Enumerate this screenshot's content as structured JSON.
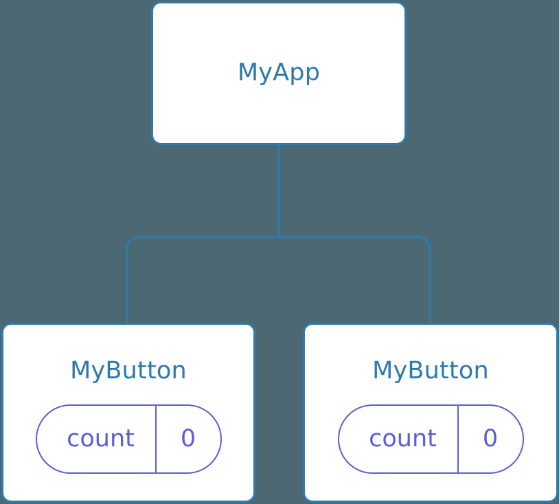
{
  "diagram": {
    "type": "component-tree",
    "background_color": "#4b6873",
    "node_border_color": "#2e7cad",
    "node_fill_color": "#ffffff",
    "node_label_color": "#2b7aae",
    "state_accent_color": "#5b5fd6",
    "connector_color": "#2e7cad"
  },
  "root": {
    "label": "MyApp"
  },
  "children": [
    {
      "label": "MyButton",
      "state": {
        "key": "count",
        "value": "0"
      }
    },
    {
      "label": "MyButton",
      "state": {
        "key": "count",
        "value": "0"
      }
    }
  ]
}
